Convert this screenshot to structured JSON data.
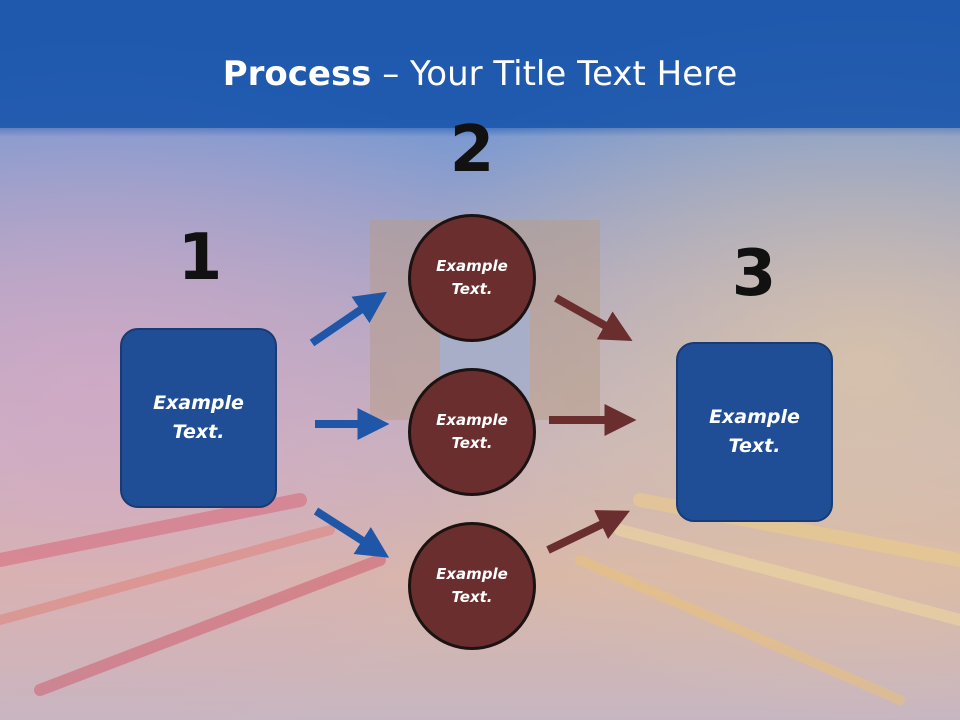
{
  "title": {
    "bold": "Process",
    "rest": " – Your Title Text Here"
  },
  "steps": {
    "one": "1",
    "two": "2",
    "three": "3"
  },
  "left_box": "Example\nText.",
  "right_box": "Example\nText.",
  "circles": [
    "Example\nText.",
    "Example\nText.",
    "Example\nText."
  ],
  "colors": {
    "header_blue": "#1f5aae",
    "box_blue": "#1f4e96",
    "circle_red": "#6b2e2f",
    "arrow_blue": "#1f56a8",
    "arrow_red": "#6b2e2f"
  }
}
